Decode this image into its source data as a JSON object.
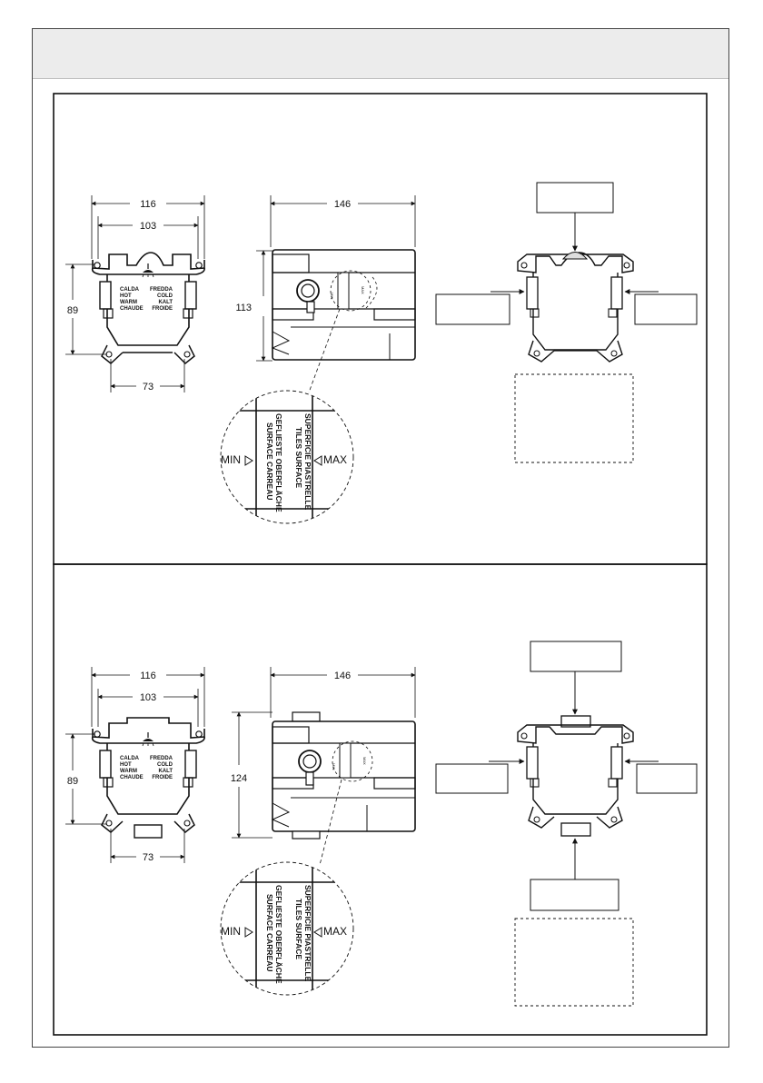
{
  "sections": [
    {
      "front_view": {
        "dim_width_outer": "116",
        "dim_width_inner": "103",
        "dim_height": "89",
        "dim_bottom": "73",
        "label_hot": [
          "CALDA",
          "HOT",
          "WARM",
          "CHAUDE"
        ],
        "label_cold": [
          "FREDDA",
          "COLD",
          "KALT",
          "FROIDE"
        ]
      },
      "side_view": {
        "dim_width": "146",
        "dim_height": "113",
        "scale_min": "MIN",
        "scale_max": "MAX"
      },
      "detail": {
        "min_label": "MIN",
        "max_label": "MAX",
        "surface_lines": [
          "SUPERFICIE PIASTRELLE",
          "TILES SURFACE",
          "GEFLIESTE OBERFLÄCHE",
          "SURFACE CARREAU"
        ]
      }
    },
    {
      "front_view": {
        "dim_width_outer": "116",
        "dim_width_inner": "103",
        "dim_height": "89",
        "dim_bottom": "73",
        "label_hot": [
          "CALDA",
          "HOT",
          "WARM",
          "CHAUDE"
        ],
        "label_cold": [
          "FREDDA",
          "COLD",
          "KALT",
          "FROIDE"
        ]
      },
      "side_view": {
        "dim_width": "146",
        "dim_height": "124",
        "scale_min": "MIN",
        "scale_max": "MAX"
      },
      "detail": {
        "min_label": "MIN",
        "max_label": "MAX",
        "surface_lines": [
          "SUPERFICIE PIASTRELLE",
          "TILES SURFACE",
          "GEFLIESTE OBERFLÄCHE",
          "SURFACE CARREAU"
        ]
      }
    }
  ]
}
